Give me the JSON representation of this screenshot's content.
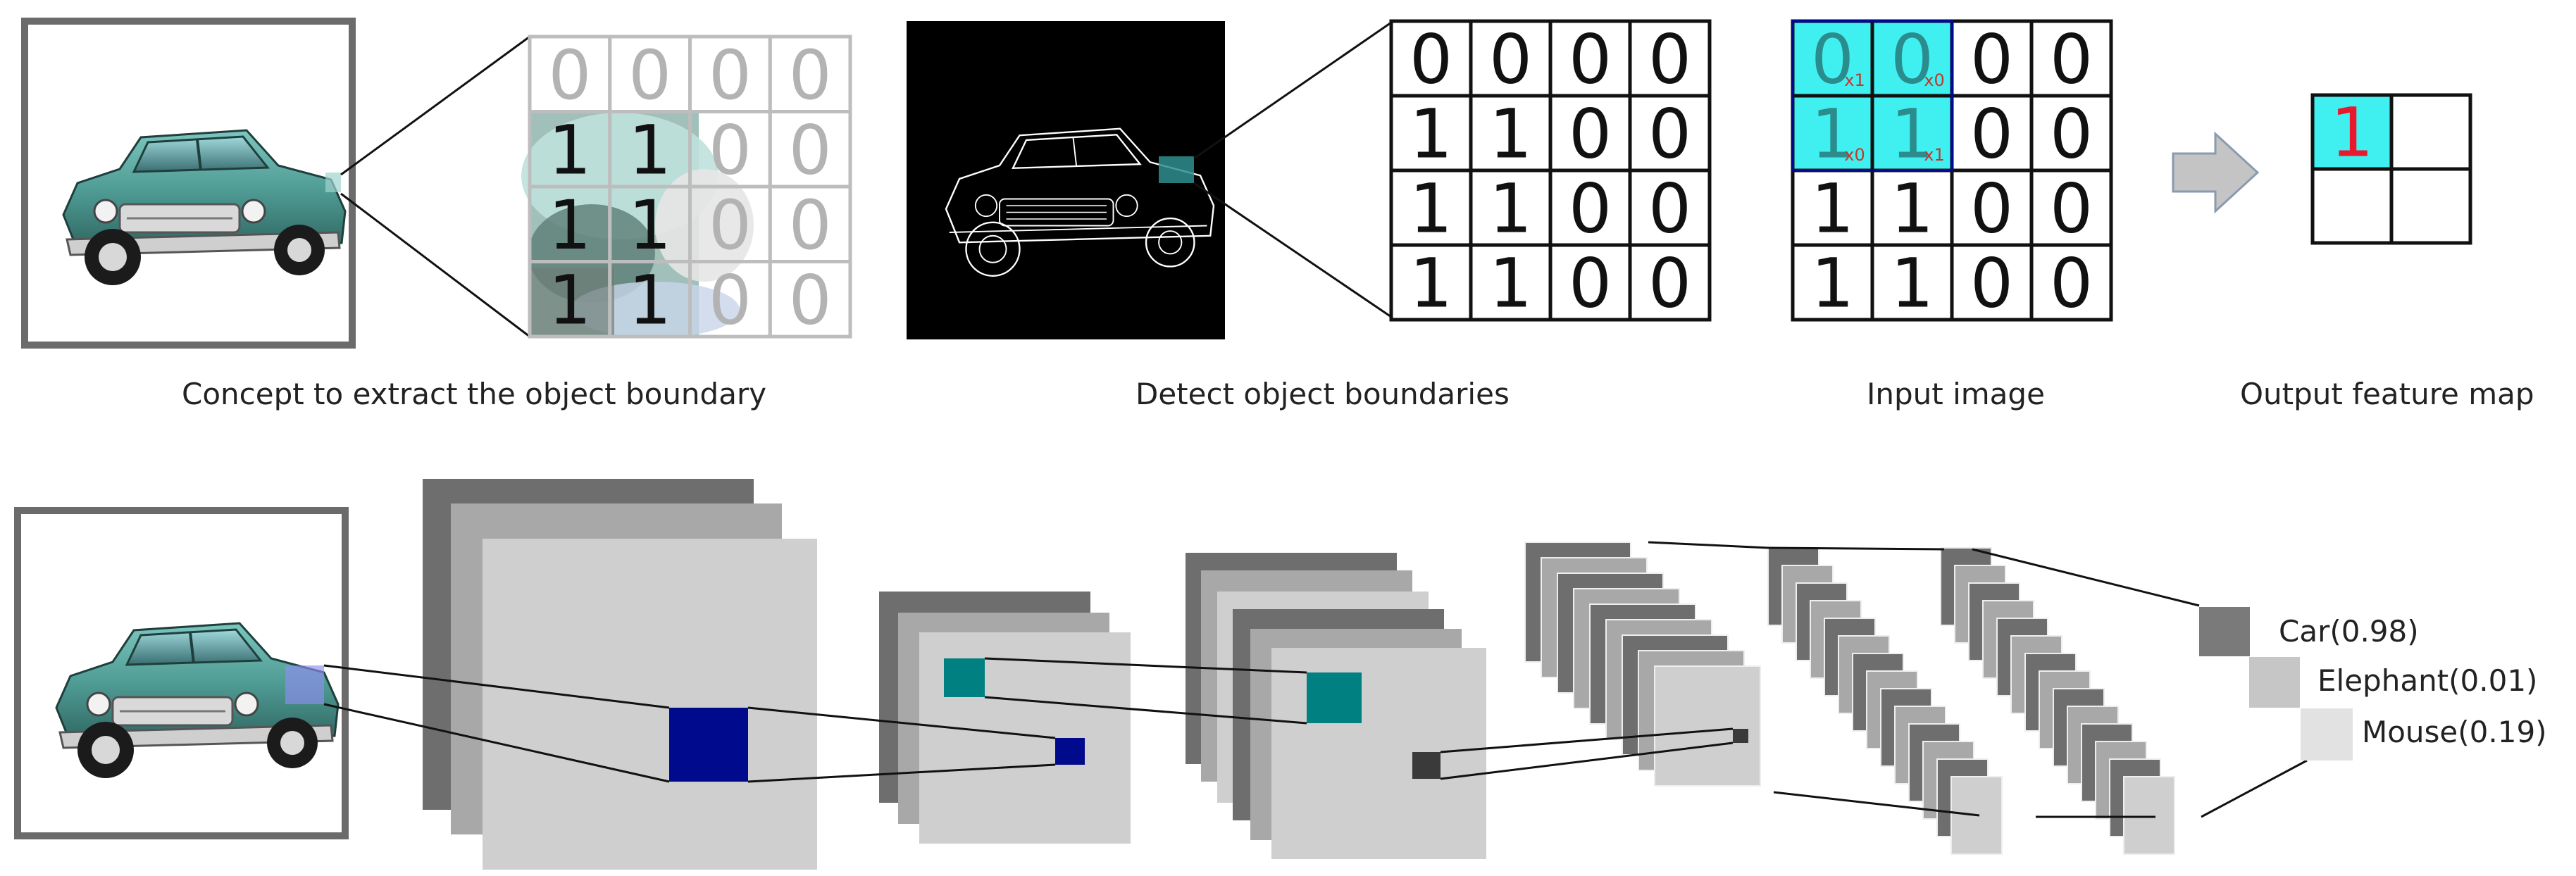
{
  "captions": {
    "concept": "Concept to extract the object boundary",
    "detect": "Detect object boundaries",
    "input": "Input image",
    "output": "Output feature map"
  },
  "grid_zoom": [
    [
      "0",
      "0",
      "0",
      "0"
    ],
    [
      "1",
      "1",
      "0",
      "0"
    ],
    [
      "1",
      "1",
      "0",
      "0"
    ],
    [
      "1",
      "1",
      "0",
      "0"
    ]
  ],
  "grid_edges": [
    [
      "0",
      "0",
      "0",
      "0"
    ],
    [
      "1",
      "1",
      "0",
      "0"
    ],
    [
      "1",
      "1",
      "0",
      "0"
    ],
    [
      "1",
      "1",
      "0",
      "0"
    ]
  ],
  "grid_input": [
    [
      "0",
      "0",
      "0",
      "0"
    ],
    [
      "1",
      "1",
      "0",
      "0"
    ],
    [
      "1",
      "1",
      "0",
      "0"
    ],
    [
      "1",
      "1",
      "0",
      "0"
    ]
  ],
  "kernel_weights": [
    [
      "x1",
      "x0"
    ],
    [
      "x0",
      "x1"
    ]
  ],
  "output_feature_map": [
    [
      "1",
      "",
      ""
    ],
    [
      "",
      "",
      ""
    ]
  ],
  "output_value": "1",
  "classes": [
    {
      "name": "Car(0.98)",
      "label": "Car",
      "score": 0.98
    },
    {
      "name": "Elephant(0.01)",
      "label": "Elephant",
      "score": 0.01
    },
    {
      "name": "Mouse(0.19)",
      "label": "Mouse",
      "score": 0.19
    }
  ],
  "colors": {
    "highlight": "#40f0f0",
    "output_digit": "#e8192c",
    "filter_navy": "#000a8c",
    "filter_teal": "#008080",
    "layer_dark": "#6e6e6e",
    "layer_mid": "#a8a8a8",
    "layer_light": "#cfcfcf",
    "car_body": "#5aa8a0",
    "arrow": "#c4c4c4"
  },
  "icons": [
    "car-photo",
    "car-edge-photo",
    "right-arrow-icon"
  ]
}
